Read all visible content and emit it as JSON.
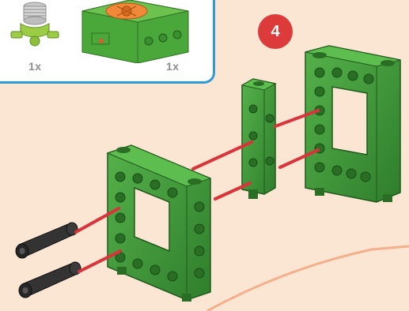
{
  "step": {
    "number": "4",
    "badge_color": "#dd3b3b"
  },
  "parts": [
    {
      "name": "rotary-connector",
      "quantity": "1x"
    },
    {
      "name": "motor-box",
      "quantity": "1x"
    }
  ],
  "colors": {
    "background": "#fbe5d3",
    "panel_border": "#2f9bd6",
    "frame_green": "#3f9a3f",
    "axle_black": "#2d2d2d",
    "guide_red": "#d8343a"
  }
}
